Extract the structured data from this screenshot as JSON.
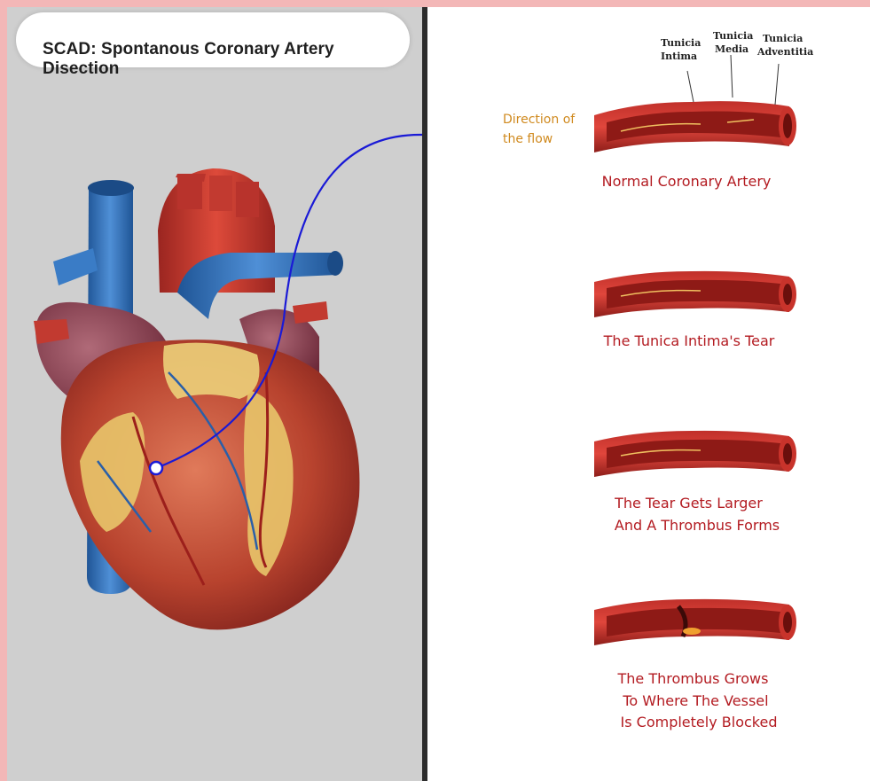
{
  "title": "SCAD: Spontanous Coronary Artery Disection",
  "layers": {
    "intima": [
      "Tunicia",
      "Intima"
    ],
    "media": [
      "Tunicia",
      "Media"
    ],
    "adventitia": [
      "Tunicia",
      "Adventitia"
    ]
  },
  "flow_label": [
    "Direction of",
    "the flow"
  ],
  "stages": [
    {
      "caption": [
        "Normal Coronary Artery"
      ]
    },
    {
      "caption": [
        "The Tunica Intima's Tear"
      ]
    },
    {
      "caption": [
        "The Tear Gets Larger",
        "And A Thrombus Forms"
      ]
    },
    {
      "caption": [
        "The Thrombus Grows",
        "To Where The Vessel",
        "Is Completely Blocked"
      ]
    }
  ],
  "colors": {
    "border": "#f3b7b7",
    "left_bg": "#cfcfcf",
    "caption_red": "#b31b21",
    "flow_label_orange": "#d08a1f",
    "pointer_blue": "#1a1ad6",
    "vein_blue": "#2f6fb5",
    "artery_red": "#c8332b"
  }
}
